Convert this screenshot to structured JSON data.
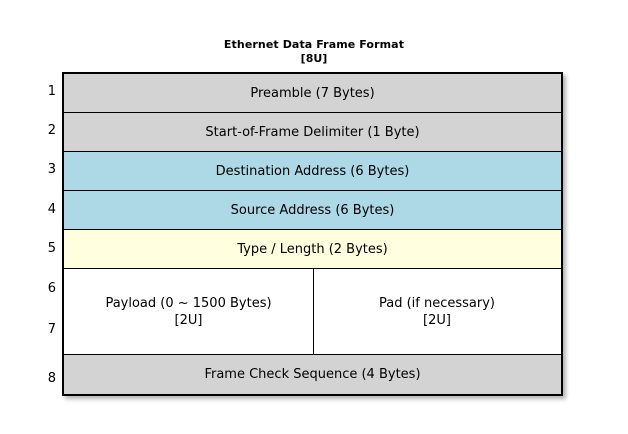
{
  "title": {
    "main": "Ethernet Data Frame Format",
    "sub": "[8U]"
  },
  "colors": {
    "background": "#ffffff",
    "header_gray": "#d3d3d3",
    "address_blue": "#add8e6",
    "type_yellow": "#ffffe0",
    "payload_white": "#ffffff",
    "border": "#000000",
    "text": "#000000"
  },
  "row_numbers": [
    "1",
    "2",
    "3",
    "4",
    "5",
    "6",
    "7",
    "8"
  ],
  "diagram": {
    "type": "packet-frame-layout",
    "rows": [
      {
        "number": "1",
        "label": "Preamble (7 Bytes)",
        "field": "Preamble",
        "size": "7 Bytes",
        "color": "#d3d3d3"
      },
      {
        "number": "2",
        "label": "Start-of-Frame Delimiter (1 Byte)",
        "field": "Start-of-Frame Delimiter",
        "size": "1 Byte",
        "color": "#d3d3d3"
      },
      {
        "number": "3",
        "label": "Destination Address (6 Bytes)",
        "field": "Destination Address",
        "size": "6 Bytes",
        "color": "#add8e6"
      },
      {
        "number": "4",
        "label": "Source Address (6 Bytes)",
        "field": "Source Address",
        "size": "6 Bytes",
        "color": "#add8e6"
      },
      {
        "number": "5",
        "label": "Type / Length (2 Bytes)",
        "field": "Type / Length",
        "size": "2 Bytes",
        "color": "#ffffe0"
      },
      {
        "number": "6-7",
        "split": true,
        "color": "#ffffff",
        "left": {
          "label": "Payload (0 ~ 1500 Bytes)\n[2U]",
          "field": "Payload",
          "size": "0 ~ 1500 Bytes",
          "annotation": "[2U]"
        },
        "right": {
          "label": "Pad (if necessary)\n[2U]",
          "field": "Pad",
          "size": "if necessary",
          "annotation": "[2U]"
        }
      },
      {
        "number": "8",
        "label": "Frame Check Sequence (4 Bytes)",
        "field": "Frame Check Sequence",
        "size": "4 Bytes",
        "color": "#d3d3d3"
      }
    ]
  }
}
